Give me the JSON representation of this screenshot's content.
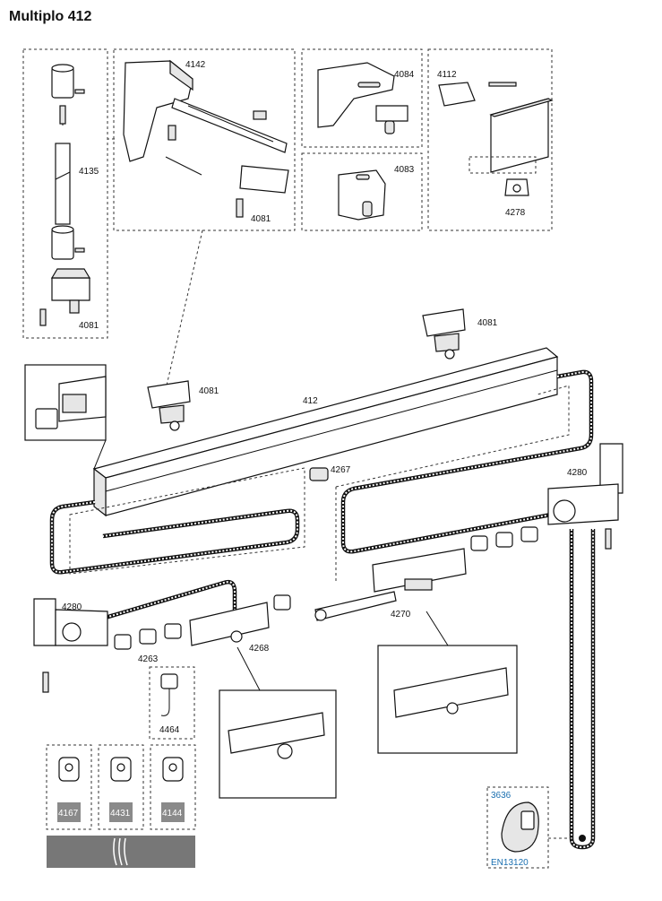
{
  "title": "Multiplo 412",
  "labels": {
    "rail": "412",
    "bracket_long": "4142",
    "bracket_wall": "4084",
    "bracket_small": "4083",
    "clip": "4112",
    "hook_glider": "4278",
    "ceiling_rod": "4135",
    "ceiling_clip_a": "4081",
    "ceiling_clip_b": "4081",
    "ceiling_clip_c": "4081",
    "ceiling_clip_d": "4081",
    "end_stop": "4267",
    "pulley_right": "4280",
    "pulley_left": "4280",
    "runner_master": "4270",
    "runner_carrier": "4268",
    "glider": "4263",
    "hook": "4464",
    "glider_a": "4167",
    "glider_b": "4431",
    "glider_c": "4144",
    "tensioner": "3636",
    "norm": "EN13120"
  }
}
